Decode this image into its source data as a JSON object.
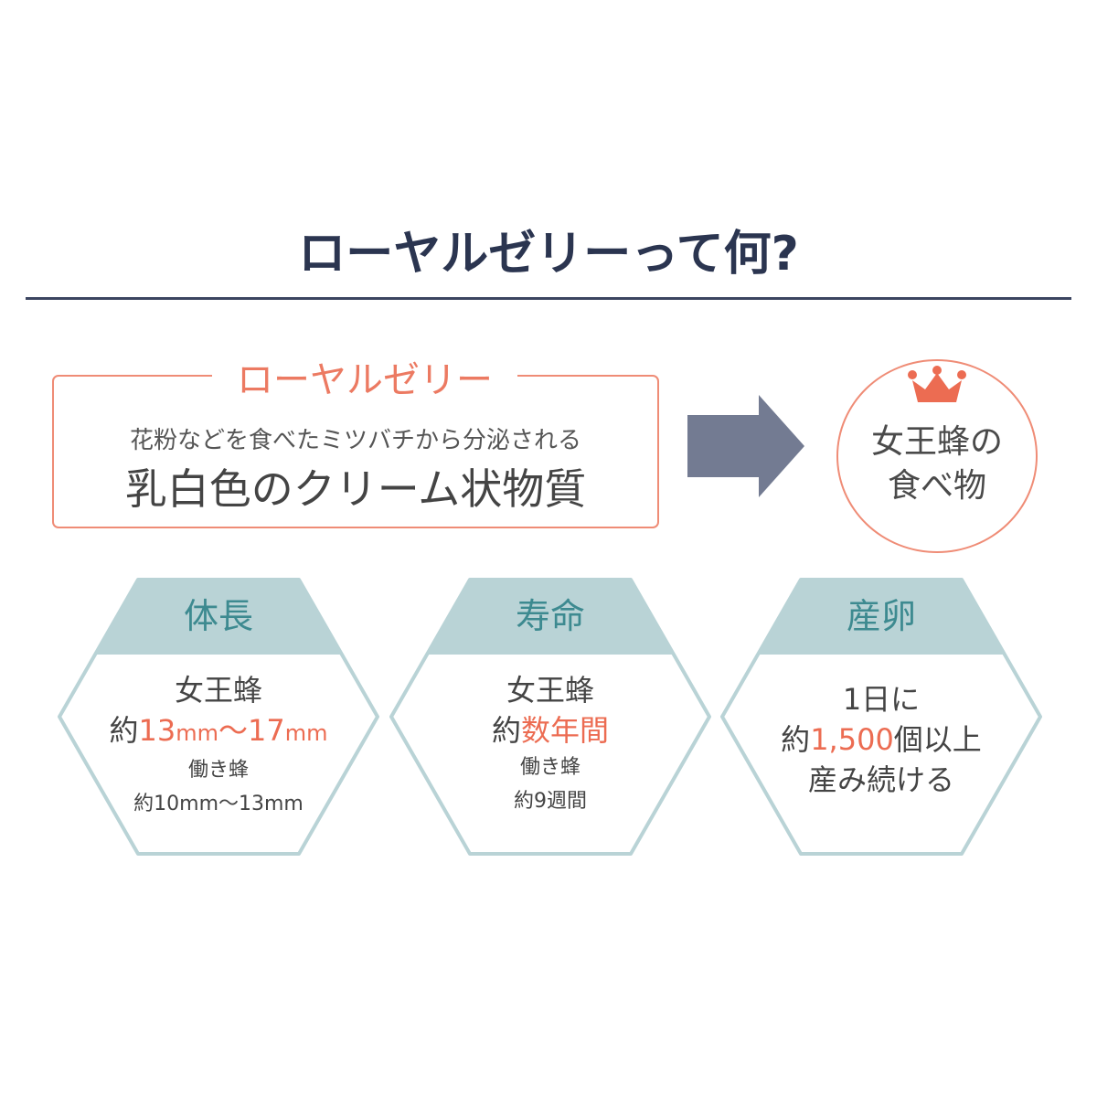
{
  "title": "ローヤルゼリーって何?",
  "definition": {
    "label": "ローヤルゼリー",
    "subtitle": "花粉などを食べたミツバチから分泌される",
    "main": "乳白色のクリーム状物質"
  },
  "queen_food": {
    "line1": "女王蜂の",
    "line2": "食べ物"
  },
  "cards": {
    "length": {
      "title": "体長",
      "queen": "女王蜂",
      "prefix": "約",
      "n1": "13",
      "unit1": "mm",
      "tilde": "〜",
      "n2": "17",
      "unit2": "mm",
      "worker": "働き蜂",
      "worker_value": "約10mm〜13mm"
    },
    "lifespan": {
      "title": "寿命",
      "queen": "女王蜂",
      "prefix": "約",
      "value": "数年間",
      "worker": "働き蜂",
      "worker_value": "約9週間"
    },
    "eggs": {
      "title": "産卵",
      "line1": "1日に",
      "prefix": "約",
      "value": "1,500",
      "suffix": "個以上",
      "line3": "産み続ける"
    }
  },
  "colors": {
    "navy": "#2b3550",
    "coral": "#ec7a62",
    "teal": "#3d8a90",
    "hex_fill": "#b9d3d6",
    "arrow": "#737b92"
  }
}
